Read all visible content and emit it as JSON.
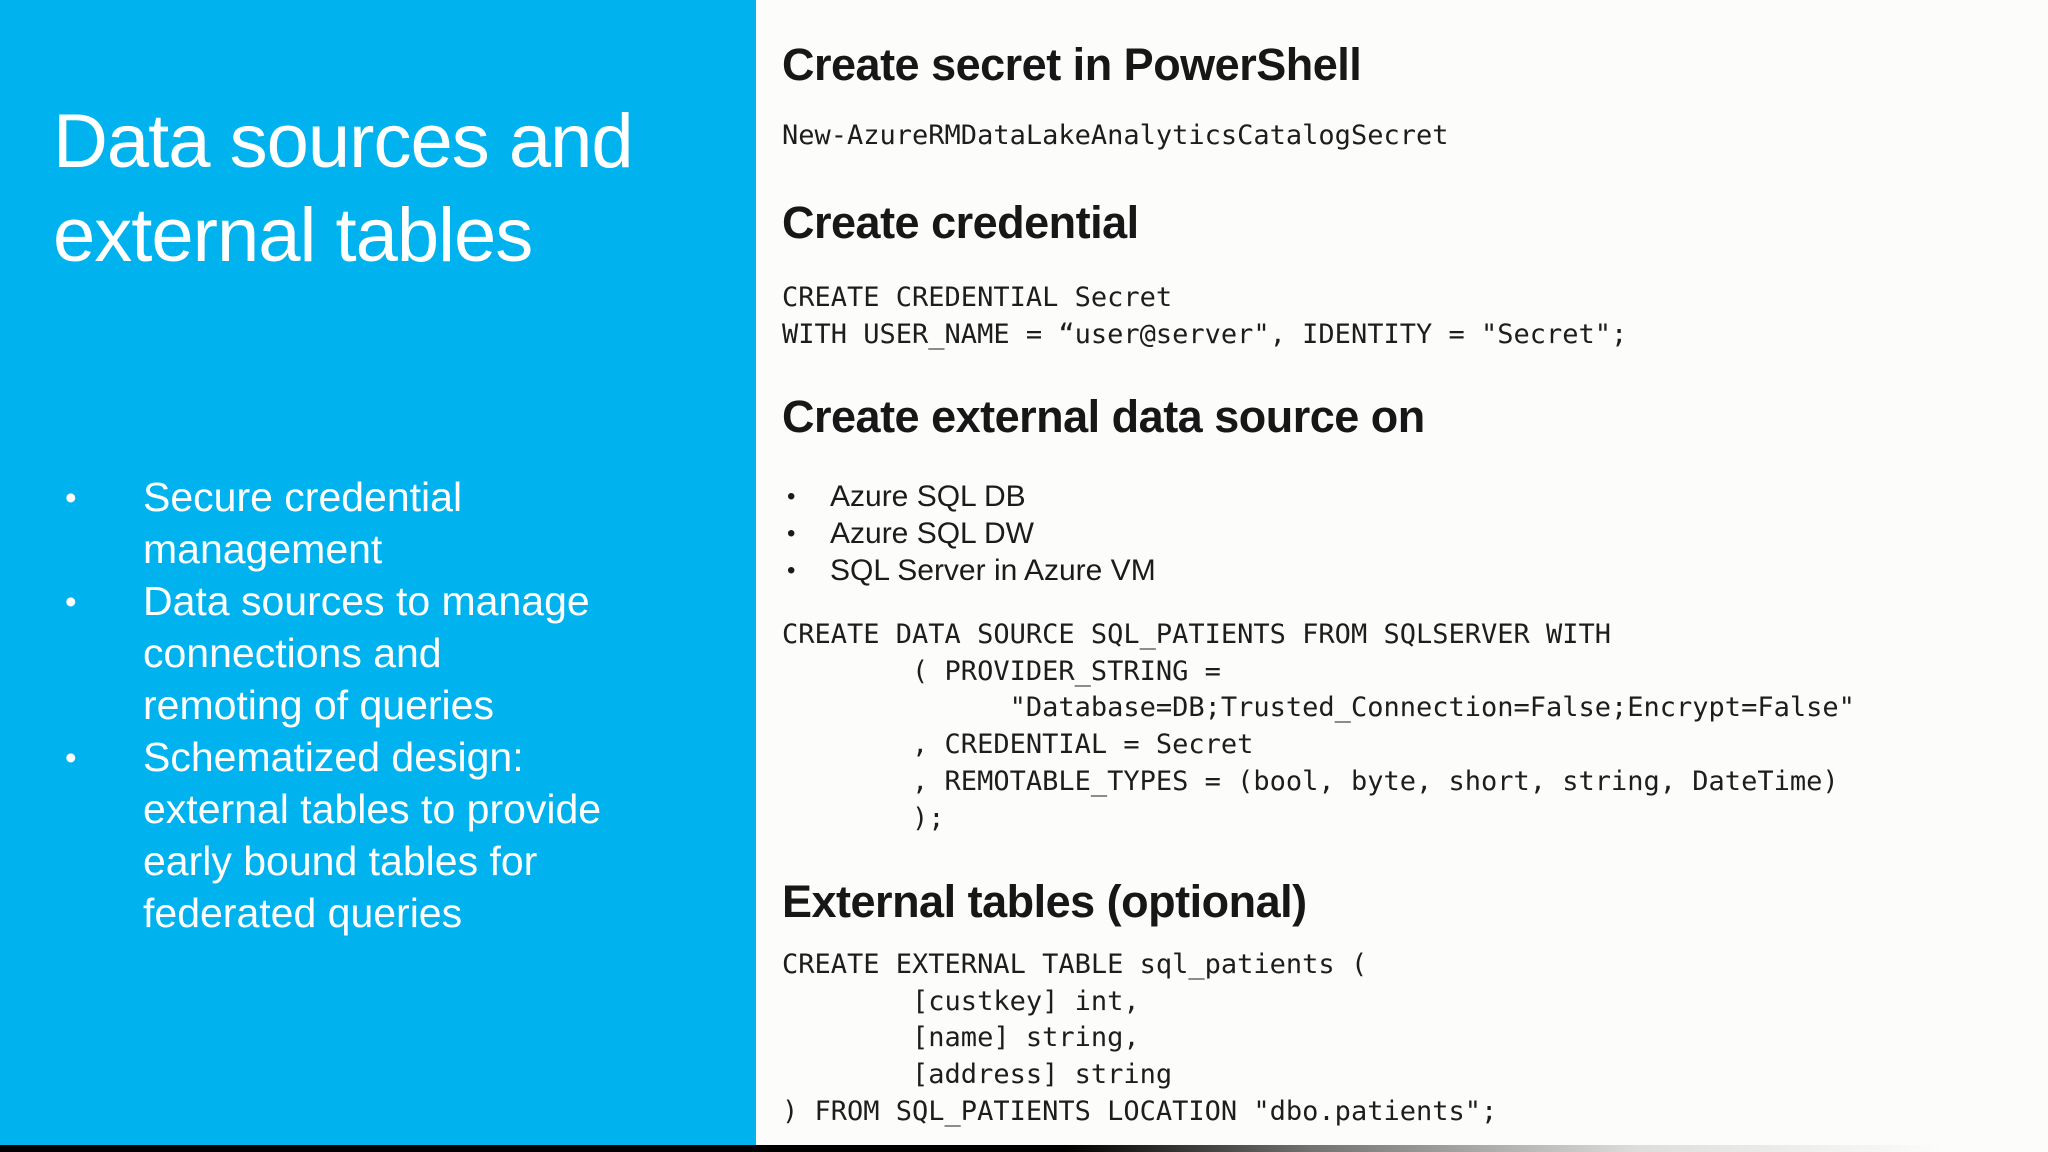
{
  "accent_color": "#00b3ee",
  "background_color": "#fcfcfa",
  "left_panel": {
    "title_lines": [
      "Data sources and",
      "external tables"
    ],
    "bullet_glyph": "•",
    "bullets": [
      {
        "lines": [
          "Secure credential",
          "management"
        ]
      },
      {
        "lines": [
          "Data sources to manage",
          "connections and",
          "remoting of queries"
        ]
      },
      {
        "lines": [
          "Schematized design:",
          "external tables to provide",
          "early bound tables for",
          "federated queries"
        ]
      }
    ]
  },
  "sections": [
    {
      "heading": "Create secret in PowerShell",
      "code": [
        "New-AzureRMDataLakeAnalyticsCatalogSecret"
      ]
    },
    {
      "heading": "Create credential",
      "code": [
        "CREATE CREDENTIAL Secret",
        "WITH USER_NAME = “user@server\", IDENTITY = \"Secret\";"
      ]
    },
    {
      "heading": "Create external data source on",
      "bullet_glyph": "•",
      "bullets": [
        "Azure SQL DB",
        "Azure SQL DW",
        "SQL Server in Azure VM"
      ],
      "code": [
        "CREATE DATA SOURCE SQL_PATIENTS FROM SQLSERVER WITH",
        "        ( PROVIDER_STRING =",
        "              \"Database=DB;Trusted_Connection=False;Encrypt=False\"",
        "        , CREDENTIAL = Secret",
        "        , REMOTABLE_TYPES = (bool, byte, short, string, DateTime)",
        "        );"
      ]
    },
    {
      "heading": "External tables (optional)",
      "code": [
        "CREATE EXTERNAL TABLE sql_patients (",
        "        [custkey] int,",
        "        [name] string,",
        "        [address] string",
        ") FROM SQL_PATIENTS LOCATION \"dbo.patients\";"
      ]
    }
  ]
}
